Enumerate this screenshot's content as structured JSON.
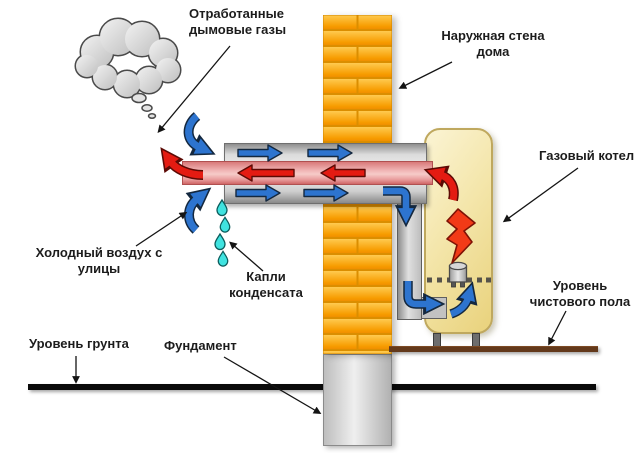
{
  "diagram": {
    "title_hint": "Схема коаксиального дымохода газового котла",
    "labels": {
      "exhaust": "Отработанные\nдымовые газы",
      "wall": "Наружная стена\nдома",
      "boiler": "Газовый котел",
      "cold_air": "Холодный воздух с\nулицы",
      "condensate": "Капли\nконденсата",
      "ground": "Уровень грунта",
      "foundation": "Фундамент",
      "floor": "Уровень\nчистового пола"
    },
    "icons": {
      "smoke_cloud": "cloud",
      "flame": "lightning-bolt",
      "condensate_drops": "water-drops",
      "burner": "cylinder"
    },
    "colors": {
      "brick": "#F9A800",
      "brick_light": "#FFCA4F",
      "mortar": "#DB8E00",
      "pipe_outer": "#D9D9D9",
      "pipe_inner": "#F0B4B4",
      "arrow_blue": "#2D74CF",
      "arrow_red": "#E41B12",
      "boiler_body": "#F4E6AB",
      "flame_red": "#F23A17",
      "condensate_drop": "#3FE3E0",
      "floor_line": "#63391B",
      "ground_line": "#0A0A0A",
      "foundation_fill": "#D6D6D6",
      "cloud": "#D9D9D9"
    }
  }
}
